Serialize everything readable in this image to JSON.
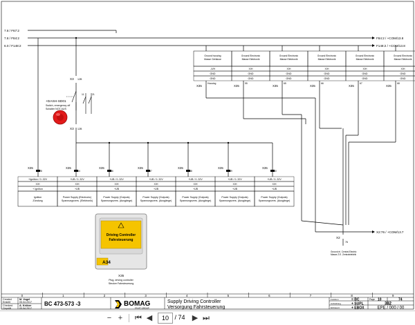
{
  "colors": {
    "line": "#000000",
    "rail_red": "#e21a1a",
    "module_yellow": "#f5c400",
    "pager_border": "#999999"
  },
  "supply_lines": {
    "left": [
      "7.8 / F67:2",
      "7.8 / F84:2",
      "6.0 / F148:2"
    ],
    "right": [
      "F84:2 / +COM/13.8",
      "F148:2 / +COM/13.8"
    ]
  },
  "estop": {
    "device": "+DASH-SD01",
    "caption1": "Switch, emergency off",
    "caption2": "Schalter NOT AUS",
    "conn_top": "X3",
    "pin_top": "12B",
    "conn_bottom": "X3",
    "pin_bottom": "12B"
  },
  "ground_table": {
    "headers": [
      [
        "Ground housing",
        "Masse Gehäuse"
      ],
      [
        "Ground Electronic",
        "Masse Elektronik"
      ],
      [
        "Ground Electronic",
        "Masse Elektronik"
      ],
      [
        "Ground Electronic",
        "Masse Elektronik"
      ],
      [
        "Ground Electronic",
        "Masse Elektronik"
      ],
      [
        "Ground Electronic",
        "Masse Elektronik"
      ]
    ],
    "row1": [
      "-X/H",
      "X/H",
      "X/H",
      "X/H",
      "X/H",
      "X/H"
    ],
    "row2": [
      "GND",
      "GND",
      "GND",
      "GND",
      "GND",
      "GND"
    ],
    "row3": [
      "GND",
      "GND",
      "GND",
      "GND",
      "GND",
      "GND"
    ],
    "conn": [
      "X35",
      "X35",
      "X35",
      "X35",
      "X35",
      "X35"
    ],
    "pins": [
      "Housing",
      "55",
      "65",
      "66",
      "67",
      "68"
    ]
  },
  "power_table": {
    "conn": [
      "X35",
      "X35",
      "X35",
      "X35",
      "X35",
      "X35",
      "X35"
    ],
    "pins": [
      "28",
      "54",
      "56",
      "57",
      "58",
      "59",
      "60"
    ],
    "row1": [
      "+Ignition / 0..32V",
      "+UB / 0..32V",
      "+UB / 0..32V",
      "+UB / 0..32V",
      "+UB / 0..32V",
      "+UB / 0..32V",
      "+UB / 0..32V"
    ],
    "row2": [
      "X/H",
      "X/H",
      "X/H",
      "X/H",
      "X/H",
      "X/H",
      "X/H"
    ],
    "row3": [
      "+ Ignition",
      "+UB",
      "+UB",
      "+UB",
      "+UB",
      "+UB",
      "+UB"
    ],
    "labels_en": [
      "Ignition",
      "Power Supply (Electronic)",
      "Power Supply (Outputs)",
      "Power Supply (Outputs)",
      "Power Supply (Outputs)",
      "Power Supply (Outputs)",
      "Power Supply (Outputs)"
    ],
    "labels_de": [
      "Zündung",
      "Spannungsvers. (Elektronik)",
      "Spannungsvers. (Ausgänge)",
      "Spannungsvers. (Ausgänge)",
      "Spannungsvers. (Ausgänge)",
      "Spannungsvers. (Ausgänge)",
      "Spannungsvers. (Ausgänge)"
    ]
  },
  "controller": {
    "title1": "Driving Controller",
    "title2": "Fahrsteuerung",
    "tag": "A34",
    "conn": "X35",
    "caption1": "Plug, driving controller",
    "caption2": "Stecker Fahrsteuerung"
  },
  "x2_terminal": {
    "line_label": "X2:76 / +COM/13.7",
    "conn": "X2",
    "pin": "76",
    "caption1": "Ground el. Central Electric",
    "caption2": "Masse Z.E. Zentralelektrik"
  },
  "grid_numbers": [
    "0",
    "1",
    "2",
    "3",
    "4",
    "5",
    "6",
    "7",
    "8",
    "9"
  ],
  "title_block": {
    "row_labels": [
      [
        "Created",
        "Erstellt"
      ],
      [
        "Checked",
        "Geprüft"
      ]
    ],
    "names": [
      "M. Vogel",
      "A. Kröber"
    ],
    "dates": [
      "05.04.2017",
      "05.04.2017"
    ],
    "drawing_no": "BC 473-573 -3",
    "brand": "BOMAG",
    "brand_sub": "FAYAT GROUP",
    "title_en": "Supply Driving Controller",
    "title_de": "Versorgung Fahrsteuerung",
    "meta_labels": [
      "Funktion",
      "Aufstellung",
      "Einbauort"
    ],
    "meta_values": [
      "= BC",
      "+ SUPL",
      "+ EBOX"
    ],
    "page_label": "Page",
    "page_current": "10",
    "page_total": "74",
    "page_code": "382",
    "doc_code": "EPE / 000 / 00"
  },
  "toolbar": {
    "page_current": "10",
    "page_total": "/ 74",
    "zoom_out_label": "−",
    "zoom_in_label": "+",
    "first_label": "⏮",
    "prev_label": "◀",
    "next_label": "▶",
    "last_label": "⏭"
  }
}
